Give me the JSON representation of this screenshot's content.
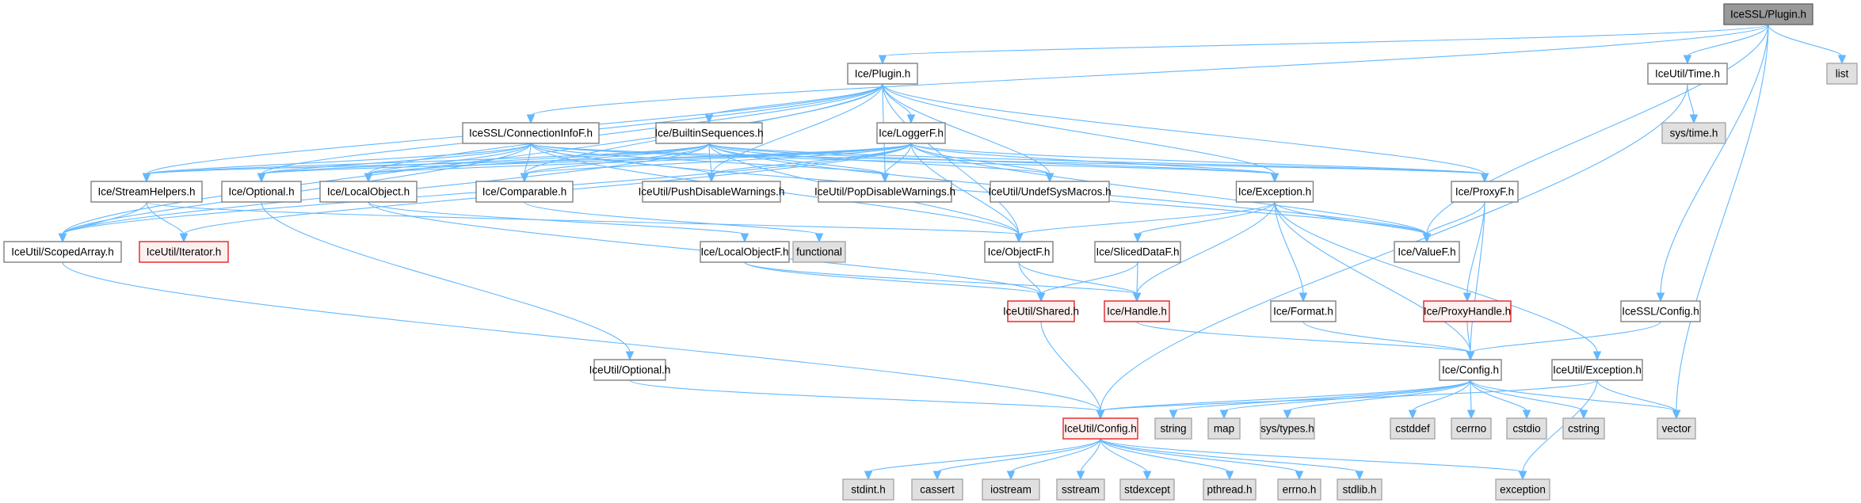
{
  "title": "IceSSL/Plugin.h include dependency graph",
  "colors": {
    "edge": "#63b8ff",
    "root_fill": "#999999",
    "local_fill": "#ffffff",
    "system_fill": "#e0e0e0",
    "truncated_fill": "#fff0f0",
    "truncated_border": "#e32222"
  },
  "nodes": [
    {
      "id": "icessl_plugin",
      "label": "IceSSL/Plugin.h",
      "kind": "root"
    },
    {
      "id": "ice_plugin",
      "label": "Ice/Plugin.h",
      "kind": "local"
    },
    {
      "id": "iceutil_time",
      "label": "IceUtil/Time.h",
      "kind": "local"
    },
    {
      "id": "list",
      "label": "list",
      "kind": "system"
    },
    {
      "id": "sys_time",
      "label": "sys/time.h",
      "kind": "system"
    },
    {
      "id": "icessl_conninfof",
      "label": "IceSSL/ConnectionInfoF.h",
      "kind": "local"
    },
    {
      "id": "ice_builtinseq",
      "label": "Ice/BuiltinSequences.h",
      "kind": "local"
    },
    {
      "id": "ice_loggerf",
      "label": "Ice/LoggerF.h",
      "kind": "local"
    },
    {
      "id": "ice_streamhelpers",
      "label": "Ice/StreamHelpers.h",
      "kind": "local"
    },
    {
      "id": "ice_optional",
      "label": "Ice/Optional.h",
      "kind": "local"
    },
    {
      "id": "ice_localobject",
      "label": "Ice/LocalObject.h",
      "kind": "local"
    },
    {
      "id": "ice_comparable",
      "label": "Ice/Comparable.h",
      "kind": "local"
    },
    {
      "id": "iceutil_pushdis",
      "label": "IceUtil/PushDisableWarnings.h",
      "kind": "local"
    },
    {
      "id": "iceutil_popdis",
      "label": "IceUtil/PopDisableWarnings.h",
      "kind": "local"
    },
    {
      "id": "iceutil_undef",
      "label": "IceUtil/UndefSysMacros.h",
      "kind": "local"
    },
    {
      "id": "ice_exception",
      "label": "Ice/Exception.h",
      "kind": "local"
    },
    {
      "id": "ice_proxyf",
      "label": "Ice/ProxyF.h",
      "kind": "local"
    },
    {
      "id": "iceutil_scopedarray",
      "label": "IceUtil/ScopedArray.h",
      "kind": "local"
    },
    {
      "id": "iceutil_iterator",
      "label": "IceUtil/Iterator.h",
      "kind": "truncated"
    },
    {
      "id": "ice_localobjectf",
      "label": "Ice/LocalObjectF.h",
      "kind": "local"
    },
    {
      "id": "functional",
      "label": "functional",
      "kind": "system"
    },
    {
      "id": "ice_objectf",
      "label": "Ice/ObjectF.h",
      "kind": "local"
    },
    {
      "id": "ice_sliceddataf",
      "label": "Ice/SlicedDataF.h",
      "kind": "local"
    },
    {
      "id": "ice_valuef",
      "label": "Ice/ValueF.h",
      "kind": "local"
    },
    {
      "id": "iceutil_shared",
      "label": "IceUtil/Shared.h",
      "kind": "truncated"
    },
    {
      "id": "ice_handle",
      "label": "Ice/Handle.h",
      "kind": "truncated"
    },
    {
      "id": "ice_format",
      "label": "Ice/Format.h",
      "kind": "local"
    },
    {
      "id": "ice_proxyhandle",
      "label": "Ice/ProxyHandle.h",
      "kind": "truncated"
    },
    {
      "id": "icessl_config",
      "label": "IceSSL/Config.h",
      "kind": "local"
    },
    {
      "id": "iceutil_optional",
      "label": "IceUtil/Optional.h",
      "kind": "local"
    },
    {
      "id": "ice_config",
      "label": "Ice/Config.h",
      "kind": "local"
    },
    {
      "id": "iceutil_exception",
      "label": "IceUtil/Exception.h",
      "kind": "local"
    },
    {
      "id": "iceutil_config",
      "label": "IceUtil/Config.h",
      "kind": "truncated"
    },
    {
      "id": "string",
      "label": "string",
      "kind": "system"
    },
    {
      "id": "map",
      "label": "map",
      "kind": "system"
    },
    {
      "id": "sys_types",
      "label": "sys/types.h",
      "kind": "system"
    },
    {
      "id": "cstddef",
      "label": "cstddef",
      "kind": "system"
    },
    {
      "id": "cerrno",
      "label": "cerrno",
      "kind": "system"
    },
    {
      "id": "cstdio",
      "label": "cstdio",
      "kind": "system"
    },
    {
      "id": "cstring",
      "label": "cstring",
      "kind": "system"
    },
    {
      "id": "vector",
      "label": "vector",
      "kind": "system"
    },
    {
      "id": "stdint",
      "label": "stdint.h",
      "kind": "system"
    },
    {
      "id": "cassert",
      "label": "cassert",
      "kind": "system"
    },
    {
      "id": "iostream",
      "label": "iostream",
      "kind": "system"
    },
    {
      "id": "sstream",
      "label": "sstream",
      "kind": "system"
    },
    {
      "id": "stdexcept",
      "label": "stdexcept",
      "kind": "system"
    },
    {
      "id": "pthread",
      "label": "pthread.h",
      "kind": "system"
    },
    {
      "id": "errno",
      "label": "errno.h",
      "kind": "system"
    },
    {
      "id": "stdlib",
      "label": "stdlib.h",
      "kind": "system"
    },
    {
      "id": "exception",
      "label": "exception",
      "kind": "system"
    }
  ],
  "edges": [
    [
      "icessl_plugin",
      "ice_plugin"
    ],
    [
      "icessl_plugin",
      "iceutil_time"
    ],
    [
      "icessl_plugin",
      "list"
    ],
    [
      "icessl_plugin",
      "icessl_conninfof"
    ],
    [
      "icessl_plugin",
      "icessl_config"
    ],
    [
      "icessl_plugin",
      "vector"
    ],
    [
      "icessl_plugin",
      "ice_valuef"
    ],
    [
      "iceutil_time",
      "sys_time"
    ],
    [
      "iceutil_time",
      "iceutil_config"
    ],
    [
      "ice_plugin",
      "ice_builtinseq"
    ],
    [
      "ice_plugin",
      "ice_loggerf"
    ],
    [
      "ice_plugin",
      "ice_streamhelpers"
    ],
    [
      "ice_plugin",
      "ice_optional"
    ],
    [
      "ice_plugin",
      "ice_localobject"
    ],
    [
      "ice_plugin",
      "ice_comparable"
    ],
    [
      "ice_plugin",
      "iceutil_pushdis"
    ],
    [
      "ice_plugin",
      "iceutil_popdis"
    ],
    [
      "ice_plugin",
      "iceutil_undef"
    ],
    [
      "ice_plugin",
      "ice_exception"
    ],
    [
      "ice_plugin",
      "ice_proxyf"
    ],
    [
      "ice_plugin",
      "iceutil_scopedarray"
    ],
    [
      "ice_plugin",
      "ice_objectf"
    ],
    [
      "icessl_conninfof",
      "ice_localobject"
    ],
    [
      "icessl_conninfof",
      "ice_comparable"
    ],
    [
      "icessl_conninfof",
      "iceutil_pushdis"
    ],
    [
      "icessl_conninfof",
      "iceutil_popdis"
    ],
    [
      "icessl_conninfof",
      "ice_streamhelpers"
    ],
    [
      "icessl_conninfof",
      "ice_optional"
    ],
    [
      "icessl_conninfof",
      "ice_exception"
    ],
    [
      "icessl_conninfof",
      "ice_proxyf"
    ],
    [
      "icessl_conninfof",
      "iceutil_scopedarray"
    ],
    [
      "icessl_conninfof",
      "ice_objectf"
    ],
    [
      "icessl_conninfof",
      "ice_valuef"
    ],
    [
      "ice_builtinseq",
      "iceutil_pushdis"
    ],
    [
      "ice_builtinseq",
      "iceutil_popdis"
    ],
    [
      "ice_builtinseq",
      "iceutil_undef"
    ],
    [
      "ice_builtinseq",
      "ice_localobject"
    ],
    [
      "ice_builtinseq",
      "ice_comparable"
    ],
    [
      "ice_builtinseq",
      "ice_streamhelpers"
    ],
    [
      "ice_builtinseq",
      "ice_optional"
    ],
    [
      "ice_builtinseq",
      "ice_exception"
    ],
    [
      "ice_builtinseq",
      "ice_proxyf"
    ],
    [
      "ice_builtinseq",
      "ice_valuef"
    ],
    [
      "ice_builtinseq",
      "ice_objectf"
    ],
    [
      "ice_builtinseq",
      "iceutil_scopedarray"
    ],
    [
      "ice_loggerf",
      "iceutil_pushdis"
    ],
    [
      "ice_loggerf",
      "iceutil_popdis"
    ],
    [
      "ice_loggerf",
      "iceutil_undef"
    ],
    [
      "ice_loggerf",
      "ice_localobject"
    ],
    [
      "ice_loggerf",
      "ice_comparable"
    ],
    [
      "ice_loggerf",
      "ice_streamhelpers"
    ],
    [
      "ice_loggerf",
      "ice_optional"
    ],
    [
      "ice_loggerf",
      "ice_exception"
    ],
    [
      "ice_loggerf",
      "ice_proxyf"
    ],
    [
      "ice_loggerf",
      "ice_valuef"
    ],
    [
      "ice_loggerf",
      "ice_objectf"
    ],
    [
      "ice_loggerf",
      "iceutil_scopedarray"
    ],
    [
      "ice_loggerf",
      "iceutil_iterator"
    ],
    [
      "ice_streamhelpers",
      "iceutil_scopedarray"
    ],
    [
      "ice_streamhelpers",
      "iceutil_iterator"
    ],
    [
      "ice_streamhelpers",
      "ice_objectf"
    ],
    [
      "ice_optional",
      "iceutil_optional"
    ],
    [
      "ice_localobject",
      "ice_localobjectf"
    ],
    [
      "ice_localobject",
      "iceutil_shared"
    ],
    [
      "ice_comparable",
      "functional"
    ],
    [
      "ice_exception",
      "ice_sliceddataf"
    ],
    [
      "ice_exception",
      "ice_handle"
    ],
    [
      "ice_exception",
      "ice_format"
    ],
    [
      "ice_exception",
      "ice_valuef"
    ],
    [
      "ice_exception",
      "ice_config"
    ],
    [
      "ice_exception",
      "iceutil_exception"
    ],
    [
      "ice_exception",
      "ice_objectf"
    ],
    [
      "ice_proxyf",
      "ice_proxyhandle"
    ],
    [
      "ice_proxyf",
      "ice_config"
    ],
    [
      "ice_proxyf",
      "ice_valuef"
    ],
    [
      "iceutil_scopedarray",
      "iceutil_config"
    ],
    [
      "ice_localobjectf",
      "iceutil_shared"
    ],
    [
      "ice_localobjectf",
      "ice_handle"
    ],
    [
      "ice_objectf",
      "iceutil_shared"
    ],
    [
      "ice_objectf",
      "ice_handle"
    ],
    [
      "ice_sliceddataf",
      "iceutil_shared"
    ],
    [
      "ice_sliceddataf",
      "ice_handle"
    ],
    [
      "iceutil_shared",
      "iceutil_config"
    ],
    [
      "ice_handle",
      "ice_config"
    ],
    [
      "ice_format",
      "ice_config"
    ],
    [
      "ice_proxyhandle",
      "ice_config"
    ],
    [
      "icessl_config",
      "ice_config"
    ],
    [
      "iceutil_optional",
      "iceutil_config"
    ],
    [
      "ice_config",
      "iceutil_config"
    ],
    [
      "ice_config",
      "string"
    ],
    [
      "ice_config",
      "map"
    ],
    [
      "ice_config",
      "sys_types"
    ],
    [
      "ice_config",
      "cstddef"
    ],
    [
      "ice_config",
      "cerrno"
    ],
    [
      "ice_config",
      "cstdio"
    ],
    [
      "ice_config",
      "cstring"
    ],
    [
      "ice_config",
      "vector"
    ],
    [
      "iceutil_exception",
      "iceutil_config"
    ],
    [
      "iceutil_exception",
      "vector"
    ],
    [
      "iceutil_exception",
      "exception"
    ],
    [
      "iceutil_config",
      "stdint"
    ],
    [
      "iceutil_config",
      "cassert"
    ],
    [
      "iceutil_config",
      "iostream"
    ],
    [
      "iceutil_config",
      "sstream"
    ],
    [
      "iceutil_config",
      "stdexcept"
    ],
    [
      "iceutil_config",
      "pthread"
    ],
    [
      "iceutil_config",
      "errno"
    ],
    [
      "iceutil_config",
      "stdlib"
    ],
    [
      "iceutil_config",
      "exception"
    ]
  ]
}
